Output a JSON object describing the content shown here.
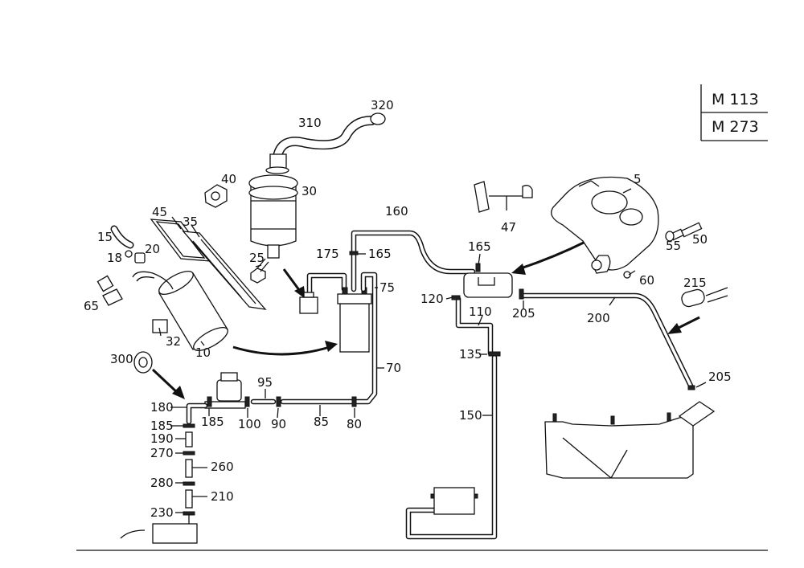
{
  "model_box": {
    "row1": "M 113",
    "row2": "M 273"
  },
  "labels": {
    "p5": "5",
    "p10": "10",
    "p15": "15",
    "p18": "18",
    "p20": "20",
    "p25": "25",
    "p30": "30",
    "p32": "32",
    "p35": "35",
    "p40": "40",
    "p45": "45",
    "p47": "47",
    "p50": "50",
    "p55": "55",
    "p60": "60",
    "p65": "65",
    "p70": "70",
    "p75": "75",
    "p80": "80",
    "p85": "85",
    "p90": "90",
    "p95": "95",
    "p100": "100",
    "p110": "110",
    "p120": "120",
    "p135": "135",
    "p150": "150",
    "p160": "160",
    "p165a": "165",
    "p165b": "165",
    "p175": "175",
    "p180": "180",
    "p185a": "185",
    "p185b": "185",
    "p190": "190",
    "p200": "200",
    "p205a": "205",
    "p205b": "205",
    "p210": "210",
    "p215": "215",
    "p230": "230",
    "p260": "260",
    "p270": "270",
    "p280": "280",
    "p300": "300",
    "p310": "310",
    "p320": "320"
  }
}
